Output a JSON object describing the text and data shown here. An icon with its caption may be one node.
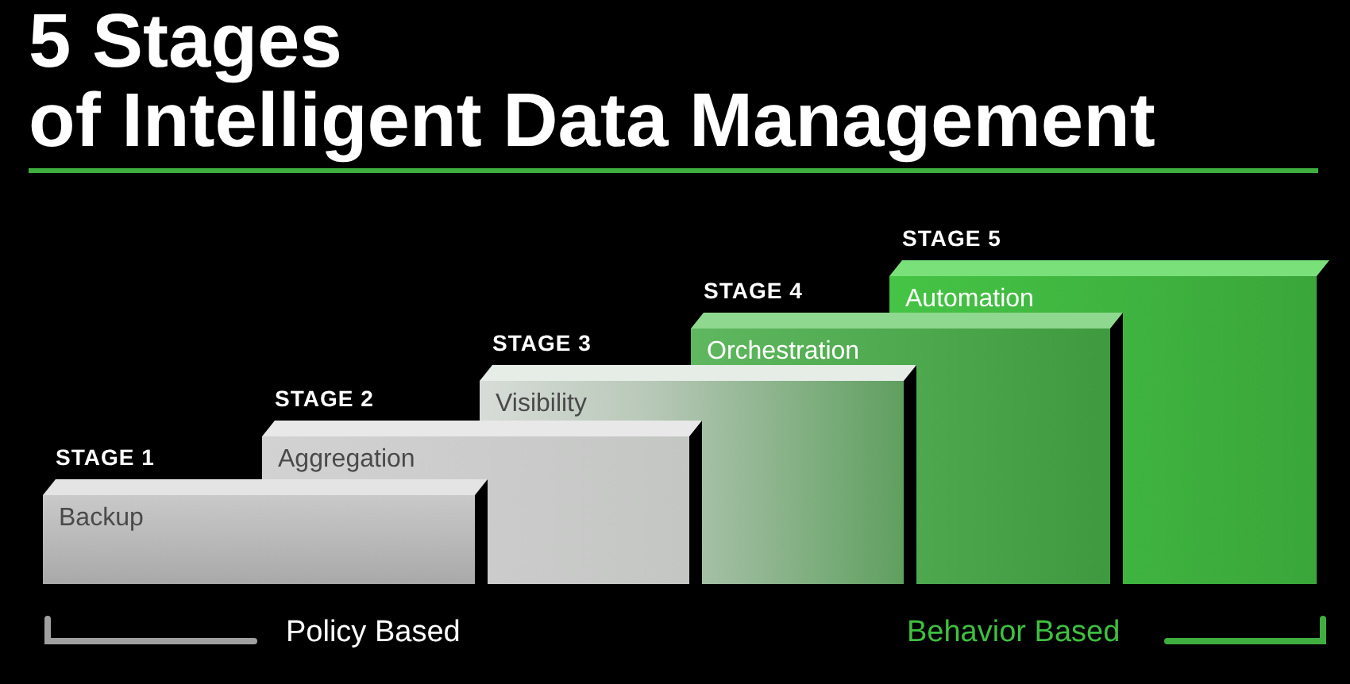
{
  "diagram": {
    "title": "5 Stages of Intelligent Data Management",
    "nodes": [
      {
        "text": [
          "Backup"
        ],
        "beside": [
          "STAGE 1"
        ]
      },
      {
        "text": [
          "Aggregation"
        ],
        "beside": [
          "STAGE 2"
        ]
      },
      {
        "text": [
          "Visibility"
        ],
        "beside": [
          "STAGE 3"
        ]
      },
      {
        "text": [
          "Orchestration"
        ],
        "beside": [
          "STAGE 4"
        ]
      },
      {
        "text": [
          "Automation"
        ],
        "beside": [
          "STAGE 5"
        ]
      }
    ],
    "labels": [
      "Policy Based",
      "Behavior Based"
    ]
  }
}
